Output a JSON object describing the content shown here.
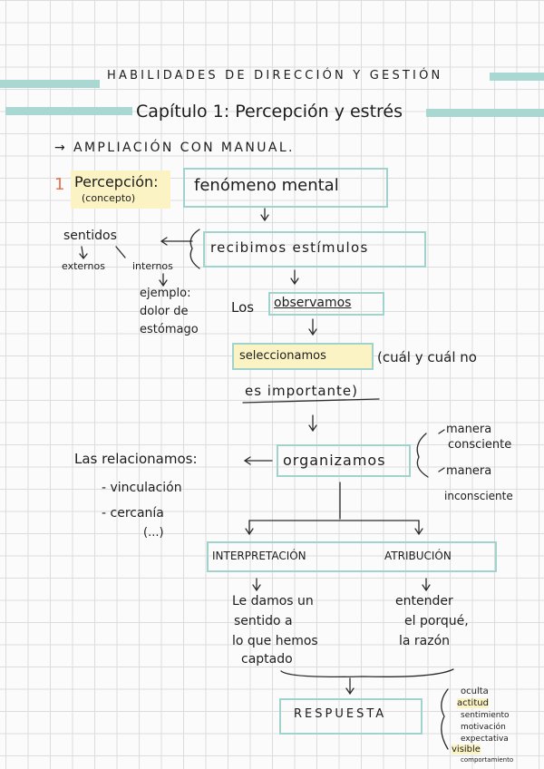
{
  "header": {
    "subject": "HABILIDADES DE DIRECCIÓN Y GESTIÓN",
    "chapter": "Capítulo 1: Percepción y estrés"
  },
  "intro": "→ AMPLIACIÓN CON MANUAL.",
  "section": {
    "number": "1",
    "title": "Percepción:",
    "note": "(concepto)",
    "definition": "fenómeno mental"
  },
  "steps": {
    "receive": "recibimos estímulos",
    "observe_prefix": "Los",
    "observe": "observamos",
    "select": "seleccionamos",
    "select_note_1": "(cuál y cuál no",
    "select_note_2": "es importante)",
    "organize": "organizamos",
    "interpretation": "INTERPRETACIÓN",
    "attribution": "ATRIBUCIÓN",
    "response": "RESPUESTA"
  },
  "senses": {
    "label": "sentidos",
    "left": "externos",
    "right": "internos",
    "example_1": "ejemplo:",
    "example_2": "dolor de",
    "example_3": "estómago"
  },
  "organize_ways": {
    "conscious_1": "manera",
    "conscious_2": "consciente",
    "unconscious_1": "manera",
    "unconscious_2": "inconsciente"
  },
  "relations": {
    "label": "Las relacionamos:",
    "item_1": "- vinculación",
    "item_2": "- cercanía",
    "item_3": "(...)"
  },
  "interpretation_text": [
    "Le damos un",
    "sentido a",
    "lo que hemos",
    "captado"
  ],
  "attribution_text": [
    "entender",
    "el porqué,",
    "la razón"
  ],
  "response_types": {
    "hidden": "oculta",
    "attitude": "actitud",
    "feeling": "sentimiento",
    "motivation": "motivación",
    "expectation": "expectativa",
    "visible": "visible",
    "behavior": "comportamiento"
  },
  "colors": {
    "accent": "#a8d8d1",
    "box_border": "#9fd3cc",
    "highlight": "#fbf3c4",
    "number": "#e3744f"
  }
}
